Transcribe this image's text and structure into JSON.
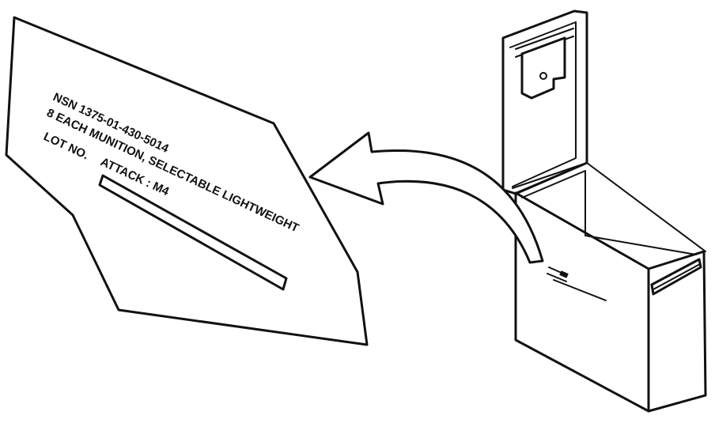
{
  "label": {
    "nsn": "NSN 1375-01-430-5014",
    "line2": "8 EACH MUNITION, SELECTABLE LIGHTWEIGHT",
    "attack": "ATTACK : M4",
    "lot": "LOT NO."
  }
}
